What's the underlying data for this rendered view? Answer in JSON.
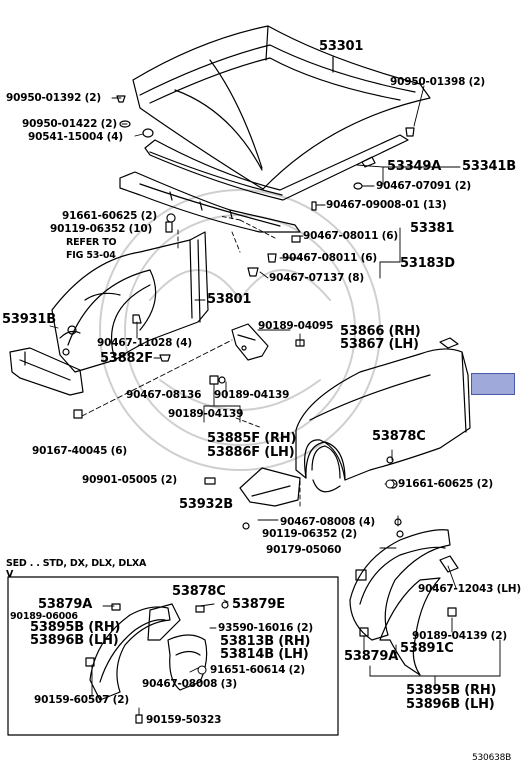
{
  "parts": {
    "hood": "53301",
    "hood_cushion_left": "90950-01392 (2)",
    "hood_cushion_right": "90950-01398 (2)",
    "hood_cushion_small": "90950-01422 (2)",
    "hood_clip": "90541-15004 (4)",
    "seal_a": "53349A",
    "seal_b": "53341B",
    "clip_07091": "90467-07091 (2)",
    "clip_09008": "90467-09008-01 (13)",
    "bolt_60625_top": "91661-60625 (2)",
    "bolt_06352_top": "90119-06352 (10)",
    "refer_to": "REFER TO",
    "fig": "FIG 53-04",
    "clip_08011_a": "90467-08011 (6)",
    "part_53381": "53381",
    "clip_08011_b": "90467-08011 (6)",
    "part_53183d": "53183D",
    "clip_07137": "90467-07137 (8)",
    "part_53801": "53801",
    "part_53931b": "53931B",
    "clip_11028": "90467-11028 (4)",
    "part_53882f": "53882F",
    "clip_04095": "90189-04095",
    "part_53866_rh": "53866 (RH)",
    "part_53867_lh": "53867 (LH)",
    "clip_08136": "90467-08136",
    "clip_04139_a": "90189-04139",
    "clip_04139_b": "90189-04139",
    "part_53885f_rh": "53885F (RH)",
    "part_53886f_lh": "53886F (LH)",
    "bolt_40045": "90167-40045 (6)",
    "part_53878c": "53878C",
    "bolt_60625_right": "91661-60625 (2)",
    "bolt_05005": "90901-05005 (2)",
    "part_53932b": "53932B",
    "clip_08008": "90467-08008 (4)",
    "bolt_06352_b": "90119-06352 (2)",
    "clip_05060": "90179-05060",
    "clip_12043": "90467-12043 (LH)",
    "clip_04139_c": "90189-04139 (2)",
    "part_53879a_r": "53879A",
    "part_53891c": "53891C",
    "part_53895b_rh": "53895B (RH)",
    "part_53896b_lh": "53896B (LH)"
  },
  "inset": {
    "header": "SED . . STD, DX, DLX, DLXA",
    "v": "V",
    "part_53878c": "53878C",
    "part_53879a": "53879A",
    "part_53879e": "53879E",
    "clip_06006": "90189-06006",
    "part_53895b_rh": "53895B (RH)",
    "part_53896b_lh": "53896B (LH)",
    "bolt_16016": "93590-16016 (2)",
    "part_53813b_rh": "53813B (RH)",
    "part_53814b_lh": "53814B (LH)",
    "bolt_60614": "91651-60614 (2)",
    "clip_08008": "90467-08008 (3)",
    "bolt_60507": "90159-60507 (2)",
    "bolt_50323": "90159-50323"
  },
  "diagram_id": "530638B",
  "callout_color": "#9fa9da"
}
